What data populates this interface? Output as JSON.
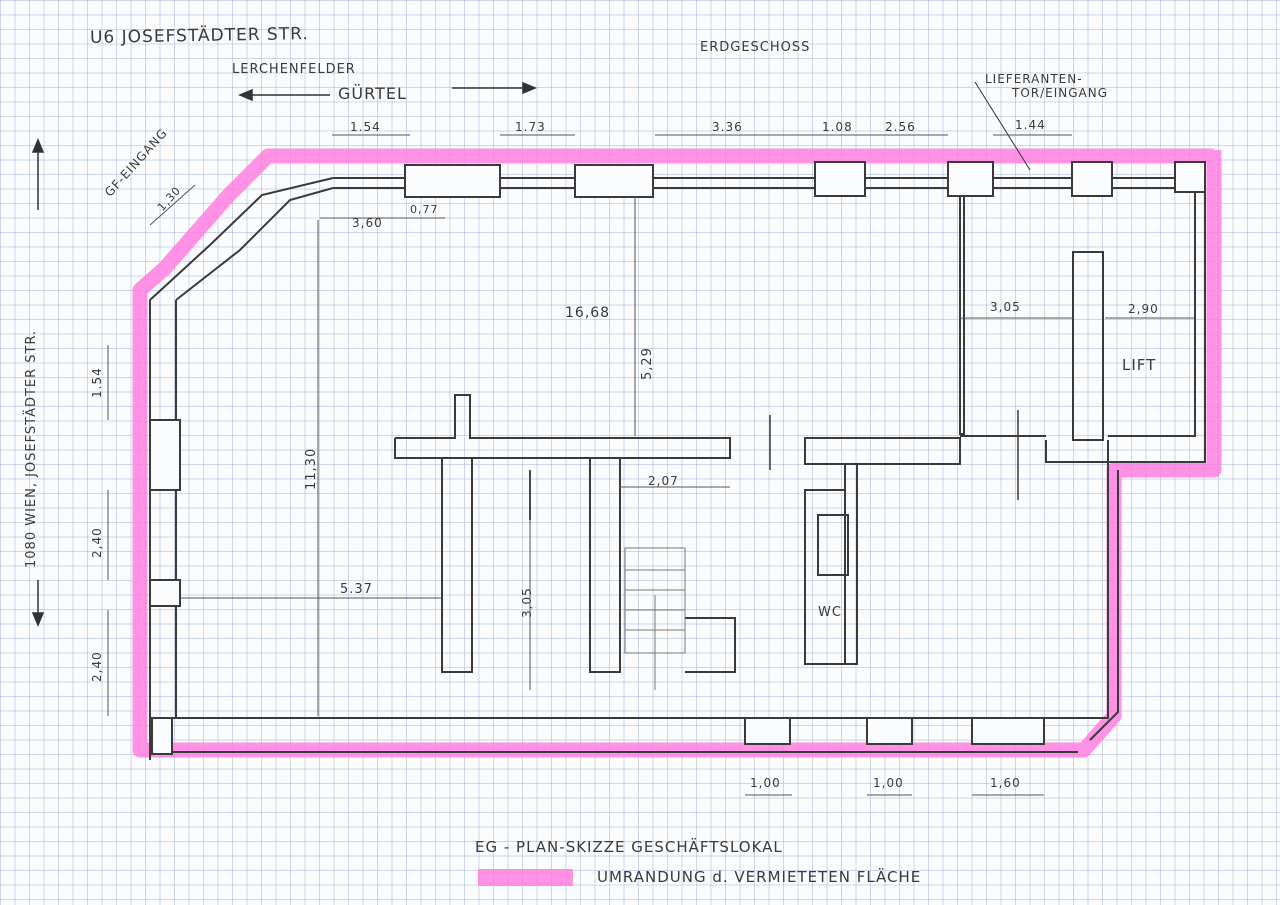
{
  "header": {
    "street_top": "U6 JOSEFSTÄDTER STR.",
    "floor": "ERDGESCHOSS",
    "road_name_1": "LERCHENFELDER",
    "road_name_2": "GÜRTEL",
    "delivery_1": "LIEFERANTEN-",
    "delivery_2": "TOR/EINGANG",
    "entrance": "GF-EINGANG",
    "side_address": "1080 WIEN, JOSEFSTÄDTER STR."
  },
  "dimensions": {
    "top": [
      "1.54",
      "1.73",
      "3.36",
      "1.08",
      "2.56",
      "1.44"
    ],
    "inner": [
      "3,60",
      "0,77",
      "16,68",
      "5,29",
      "3,05",
      "2,90",
      "11,30",
      "5.37",
      "3,05",
      "2,07",
      "1,30"
    ],
    "left": [
      "1.54",
      "2,40",
      "2,40"
    ],
    "bottom": [
      "1,00",
      "1,00",
      "1,60"
    ]
  },
  "rooms": {
    "lift": "LIFT",
    "wc": "WC"
  },
  "footer": {
    "caption": "EG - PLAN-SKIZZE GESCHÄFTSLOKAL",
    "legend_label": "UMRANDUNG d. VERMIETETEN FLÄCHE"
  },
  "colors": {
    "highlight": "#ff7fe0",
    "ink": "#3a3a3a",
    "grid": "#96aacd"
  }
}
